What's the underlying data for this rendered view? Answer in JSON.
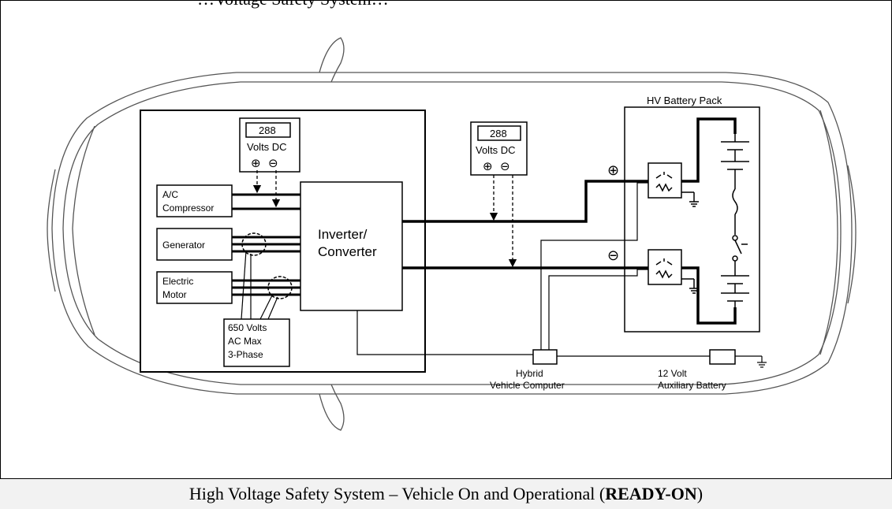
{
  "header": {
    "cropped_text": "…Voltage Safety System…"
  },
  "diagram": {
    "hv_battery_label": "HV Battery Pack",
    "meter_left": {
      "value": "288",
      "unit": "Volts DC",
      "plus": "⊕",
      "minus": "⊖"
    },
    "meter_right": {
      "value": "288",
      "unit": "Volts DC",
      "plus": "⊕",
      "minus": "⊖"
    },
    "ac_compressor": [
      "A/C",
      "Compressor"
    ],
    "generator": "Generator",
    "electric_motor": [
      "Electric",
      "Motor"
    ],
    "inverter": [
      "Inverter/",
      "Converter"
    ],
    "ac_max": [
      "650 Volts",
      "AC Max",
      "3-Phase"
    ],
    "plus_terminal": "⊕",
    "minus_terminal": "⊖",
    "hybrid_computer": [
      "Hybrid",
      "Vehicle Computer"
    ],
    "aux_battery": [
      "12 Volt",
      "Auxiliary Battery"
    ]
  },
  "caption": {
    "prefix": "High Voltage Safety System – Vehicle On and Operational (",
    "bold": "READY-ON",
    "suffix": ")"
  }
}
